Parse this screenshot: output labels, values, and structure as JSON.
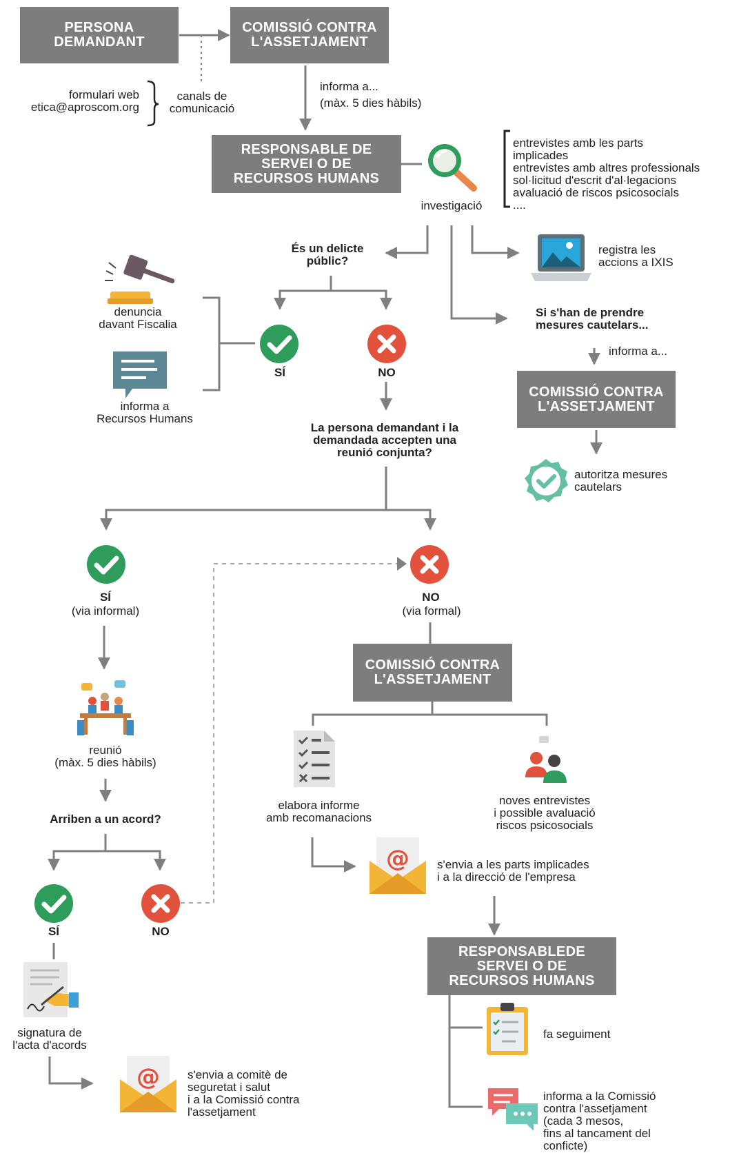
{
  "boxes": {
    "persona_demandant": "PERSONA\nDEMANDANT",
    "comissio_1": "COMISSIÓ CONTRA\nL'ASSETJAMENT",
    "responsable_1": "RESPONSABLE DE\nSERVEI O DE\nRECURSOS HUMANS",
    "comissio_2": "COMISSIÓ CONTRA\nL'ASSETJAMENT",
    "comissio_3": "COMISSIÓ CONTRA\nL'ASSETJAMENT",
    "responsable_2": "RESPONSABLEDE\nSERVEI O DE\nRECURSOS HUMANS"
  },
  "labels": {
    "channels": "formulari web\netica@aproscom.org",
    "channels_title": "canals de\ncomunicació",
    "informa_5_dies": "informa a...\n(màx. 5 dies hàbils)",
    "investigacio_items": "entrevistes amb les parts\nimplicades\nentrevistes amb altres professionals\nsol·licitud d'escrit d'al·legacions\navaluació de riscos psicosocials\n....",
    "investigacio": "investigació",
    "delicte_question": "És un delicte\npúblic?",
    "registra": "registra les\naccions a IXIS",
    "denuncia": "denuncia\ndavant Fiscalia",
    "informa_rh": "informa a\nRecursos Humans",
    "si_1": "SÍ",
    "no_1": "NO",
    "cautelars_question": "Si s'han de prendre\nmesures cautelars...",
    "informa_a": "informa a...",
    "autoritza": "autoritza mesures\ncautelars",
    "reunio_question": "La persona demandant i la\ndemandada accepten una\nreunió conjunta?",
    "si_informal_title": "SÍ",
    "si_informal_sub": "(via informal)",
    "no_formal_title": "NO",
    "no_formal_sub": "(via formal)",
    "reunio": "reunió\n(màx. 5 dies hàbils)",
    "acord_question": "Arriben a un acord?",
    "si_2": "SÍ",
    "no_2": "NO",
    "elabora": "elabora informe\namb recomanacions",
    "noves": "noves entrevistes\ni possible avaluació\nriscos psicosocials",
    "envia_parts": "s'envia a les parts implicades\ni a la direcció de l'empresa",
    "signatura": "signatura de\nl'acta d'acords",
    "envia_comite": "s'envia a comitè de\nseguretat i salut\ni a la Comissió contra\nl'assetjament",
    "seguiment": "fa seguiment",
    "informa_comissio": "informa a la Comissió\ncontra l'assetjament\n(cada 3 mesos,\nfins al tancament del\nconficte)"
  },
  "colors": {
    "box": "#7d7d7d",
    "line": "#7f7f7f",
    "yes": "#2e9c5a",
    "no": "#e2513c",
    "envelope": "#f2b535",
    "teal": "#5c8896"
  }
}
